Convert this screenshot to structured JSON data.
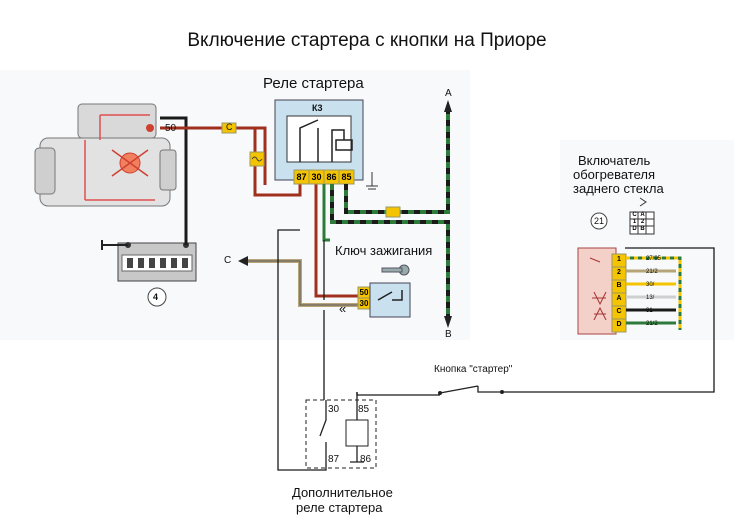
{
  "title": "Включение  стартера с кнопки на Приоре",
  "starter_relay": {
    "label": "Реле стартера",
    "code": "К3",
    "pins": [
      "87",
      "30",
      "86",
      "85"
    ]
  },
  "starter": {
    "terminal": "50"
  },
  "battery": {
    "number": "4"
  },
  "fuse_symbol": "C",
  "connector_c": "C",
  "ignition": {
    "label": "Ключ зажигания",
    "pin_50": "50",
    "pin_30": "30",
    "arrow": "«"
  },
  "rail_a": "A",
  "rail_b": "B",
  "heater": {
    "label_line1": "Включатель",
    "label_line2": "обогревателя",
    "label_line3": "заднего стекла",
    "number": "21",
    "pins": [
      "1",
      "2",
      "B",
      "A",
      "C",
      "D"
    ],
    "connector_pins": [
      "C",
      "A",
      "1",
      "2",
      "D",
      "B"
    ],
    "wire_codes": [
      "27/95",
      "21/2",
      "30/",
      "13/",
      "31",
      "21/2"
    ]
  },
  "button": {
    "label": "Кнопка \"стартер\""
  },
  "extra_relay": {
    "label_line1": "Дополнительное",
    "label_line2": "реле стартера",
    "pins": [
      "30",
      "85",
      "87",
      "86"
    ]
  },
  "colors": {
    "wire_red": "#a0301e",
    "wire_green": "#2e7a3a",
    "wire_black": "#1a1a1a",
    "wire_tan": "#b6a57a",
    "relay_fill": "#c9e1ee",
    "pin_fill": "#f5c400"
  }
}
